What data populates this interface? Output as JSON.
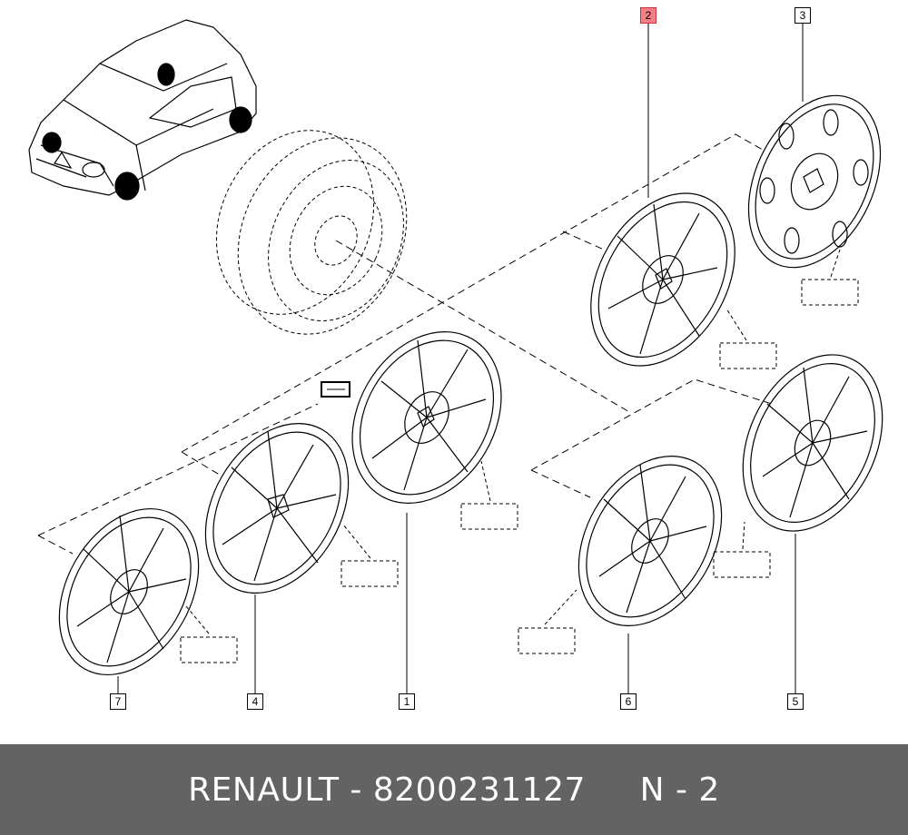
{
  "callouts": [
    {
      "label": "1"
    },
    {
      "label": "2",
      "highlighted": true
    },
    {
      "label": "3"
    },
    {
      "label": "4"
    },
    {
      "label": "5"
    },
    {
      "label": "6"
    },
    {
      "label": "7"
    }
  ],
  "footer": {
    "brand": "RENAULT",
    "separator": " - ",
    "part_number": "8200231127",
    "gap": "     ",
    "position_text": "N - 2"
  },
  "colors": {
    "highlight_fill": "#f07f86",
    "highlight_border": "#c9303c",
    "footer_bg": "#636363",
    "footer_text": "#ffffff",
    "line": "#000000"
  }
}
